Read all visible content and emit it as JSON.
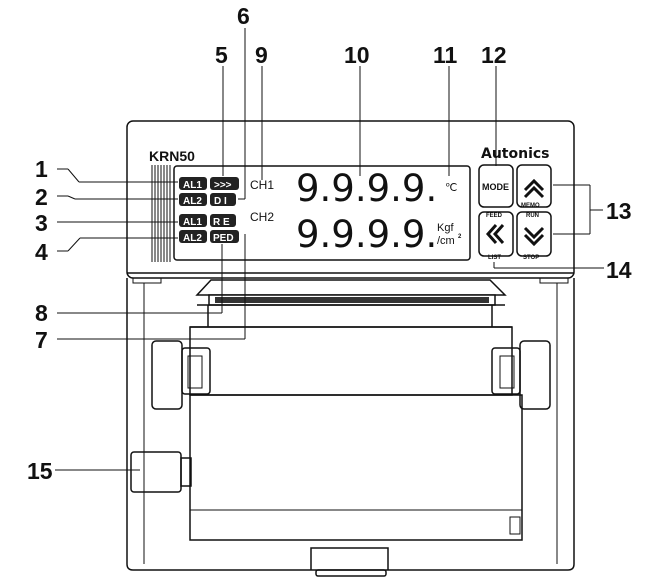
{
  "model": "KRN50",
  "brand": "Autonics",
  "display": {
    "ch1_label": "CH1",
    "ch2_label": "CH2",
    "ch1_value": "9.9.9.9.",
    "ch2_value": "9.9.9.9.",
    "ch1_unit": "℃",
    "ch2_unit_line1": "Kgf",
    "ch2_unit_line2": "/cm",
    "ch2_unit_sup": "2"
  },
  "indicators": {
    "al1_top": "AL1",
    "al2_top": "AL2",
    "al1_bottom": "AL1",
    "al2_bottom": "AL2",
    "fast": ">>>",
    "di": "D I",
    "re": "R E",
    "ped": "PED"
  },
  "keys": {
    "mode": "MODE",
    "memo": "MEMO",
    "feed": "FEED",
    "list": "LIST",
    "run": "RUN",
    "stop": "STOP"
  },
  "callouts": [
    "1",
    "2",
    "3",
    "4",
    "5",
    "6",
    "7",
    "8",
    "9",
    "10",
    "11",
    "12",
    "13",
    "14",
    "15"
  ]
}
